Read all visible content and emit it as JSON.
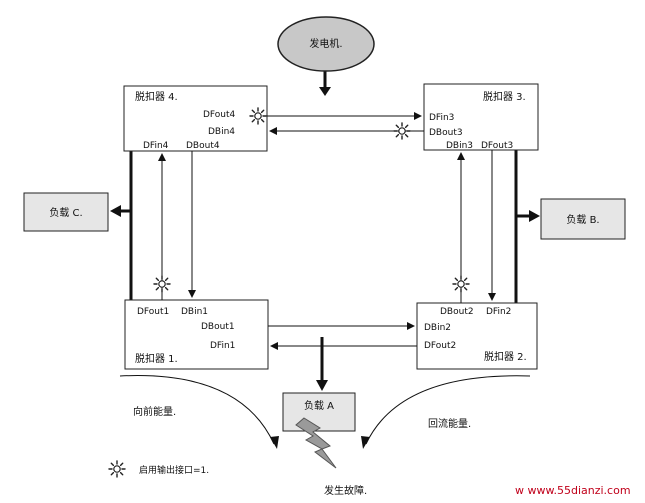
{
  "generator": {
    "label": "发电机."
  },
  "breakers": [
    {
      "id": "b4",
      "label": "脱扣器 4.",
      "ports": [
        "DFout4",
        "DBin4",
        "DFin4",
        "DBout4"
      ]
    },
    {
      "id": "b3",
      "label": "脱扣器 3.",
      "ports": [
        "DFin3",
        "DBout3",
        "DBin3",
        "DFout3"
      ]
    },
    {
      "id": "b1",
      "label": "脱扣器 1.",
      "ports": [
        "DFout1",
        "DBin1",
        "DBout1",
        "DFin1"
      ]
    },
    {
      "id": "b2",
      "label": "脱扣器 2.",
      "ports": [
        "DBout2",
        "DFin2",
        "DBin2",
        "DFout2"
      ]
    }
  ],
  "loads": {
    "c": "负载 C.",
    "b": "负载 B.",
    "a": "负载 A"
  },
  "energy": {
    "forward": "向前能量.",
    "backflow": "回流能量."
  },
  "legend": {
    "text": "启用输出接口=1."
  },
  "fault": {
    "text": "发生故障."
  },
  "watermark": {
    "text": "w  www.55dianzi.com"
  }
}
